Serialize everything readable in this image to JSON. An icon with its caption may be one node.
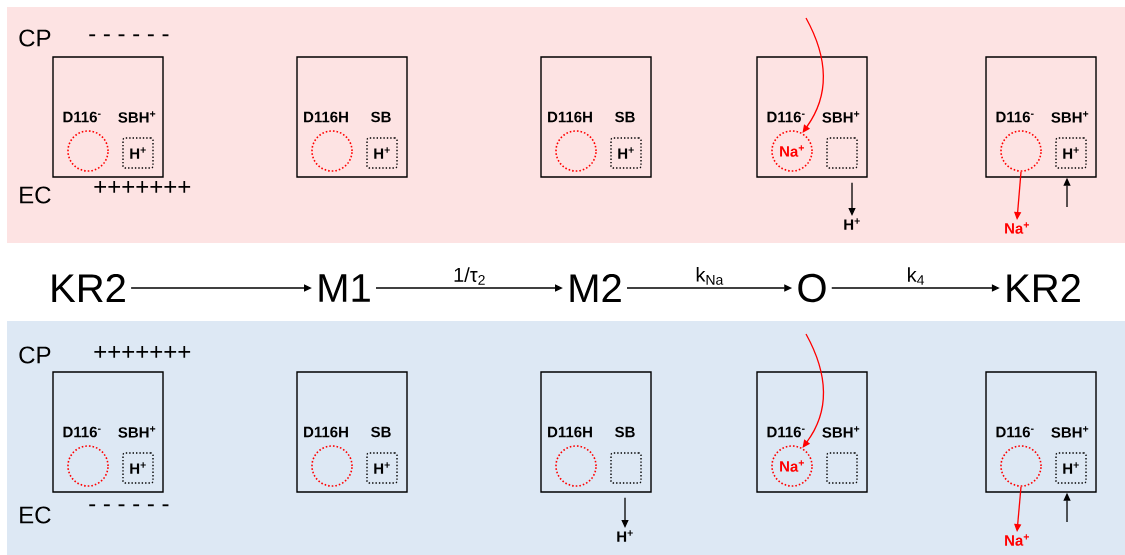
{
  "diagram": {
    "nodes": [
      {
        "text": [],
        "shape": "box"
      },
      {
        "text": [
          "D116$^{-}$",
          "SBH$^{+}$"
        ],
        "in": 0
      },
      {
        "text": [],
        "shape": "circle",
        "in": 1
      },
      {
        "text": [
          "H$^{+}$"
        ],
        "in": 1
      },
      {
        "text": [
          "D116H",
          "SB"
        ],
        "in": 0
      },
      {
        "text": [],
        "shape": "circle",
        "in": 4
      },
      {
        "text": [
          "H$^{+}$"
        ],
        "in": 4
      },
      {
        "text": [
          "D116H",
          "SB"
        ],
        "in": 0
      },
      {
        "text": [],
        "shape": "circle",
        "in": 7
      },
      {
        "text": [
          "H$^{+}$"
        ],
        "in": 7
      },
      {
        "text": [
          "D116$^{-}$",
          "SBH$^{+}$"
        ],
        "in": 0
      },
      {
        "text": [
          "Na$^{+}$"
        ],
        "in": 10
      },
      {
        "text": [],
        "shape": "box",
        "in": 10
      },
      {
        "text": [
          "H$^{+}$"
        ],
        "in": 0
      },
      {
        "text": [
          "D116$^{-}$",
          "SBH$^{+}$"
        ],
        "in": 0
      },
      {
        "text": [],
        "shape": "circle",
        "in": 14
      },
      {
        "text": [
          "H$^{+}$"
        ],
        "in": 14
      },
      {
        "text": [
          "Na$^{+}$"
        ],
        "in": 0
      },
      {
        "text": [
          "KR2"
        ]
      },
      {
        "text": [
          "M1"
        ]
      },
      {
        "text": [
          "M2"
        ]
      },
      {
        "text": [
          "O"
        ]
      },
      {
        "text": [
          "KR2"
        ]
      },
      {
        "text": [],
        "shape": "box"
      },
      {
        "text": [
          "D116$^{-}$",
          "SBH$^{+}$"
        ],
        "in": 23
      },
      {
        "text": [],
        "shape": "circle",
        "in": 24
      },
      {
        "text": [
          "H$^{+}$"
        ],
        "in": 24
      },
      {
        "text": [
          "D116H",
          "SB"
        ],
        "in": 23
      },
      {
        "text": [],
        "shape": "circle",
        "in": 27
      },
      {
        "text": [
          "H$^{+}$"
        ],
        "in": 27
      },
      {
        "text": [
          "D116H",
          "SB"
        ],
        "in": 23
      },
      {
        "text": [],
        "shape": "circle",
        "in": 30
      },
      {
        "text": [],
        "shape": "box",
        "in": 30
      },
      {
        "text": [
          "H$^{+}$"
        ],
        "in": 23
      },
      {
        "text": [
          "D116$^{-}$",
          "SBH$^{+}$"
        ],
        "in": 23
      },
      {
        "text": [
          "Na$^{+}$"
        ],
        "in": 34
      },
      {
        "text": [],
        "shape": "box",
        "in": 34
      },
      {
        "text": [
          "D116$^{-}$",
          "SBH$^{+}$"
        ],
        "in": 23
      },
      {
        "text": [],
        "shape": "circle",
        "in": 37
      },
      {
        "text": [
          "H$^{+}$"
        ],
        "in": 37
      },
      {
        "text": [
          "Na$^{+}$"
        ],
        "in": 23
      }
    ],
    "edges": [
      {
        "from": 18,
        "to": 19,
        "arrow": "to"
      },
      {
        "from": 19,
        "to": 20,
        "arrow": "to",
        "label": "1/τ$_{2}$"
      },
      {
        "from": 20,
        "to": 21,
        "arrow": "to",
        "label": "k$_{Na}$"
      },
      {
        "from": 21,
        "to": 22,
        "arrow": "to",
        "label": "k$_{4}$"
      },
      {
        "from": null,
        "to": 11,
        "arrow": "to",
        "color": "#ff0000"
      },
      {
        "from": 10,
        "to": 13,
        "arrow": "to"
      },
      {
        "from": 15,
        "to": 17,
        "arrow": "to",
        "color": "#ff0000"
      },
      {
        "from": null,
        "to": 14,
        "arrow": "to"
      },
      {
        "from": 30,
        "to": 33,
        "arrow": "to"
      },
      {
        "from": null,
        "to": 35,
        "arrow": "to",
        "color": "#ff0000"
      },
      {
        "from": 38,
        "to": 40,
        "arrow": "to",
        "color": "#ff0000"
      },
      {
        "from": null,
        "to": 37,
        "arrow": "to"
      }
    ],
    "labels": [
      "CP",
      "- - - - - -",
      "EC",
      "+++++++",
      "CP",
      "+++++++",
      "EC",
      "- - - - - -"
    ]
  }
}
